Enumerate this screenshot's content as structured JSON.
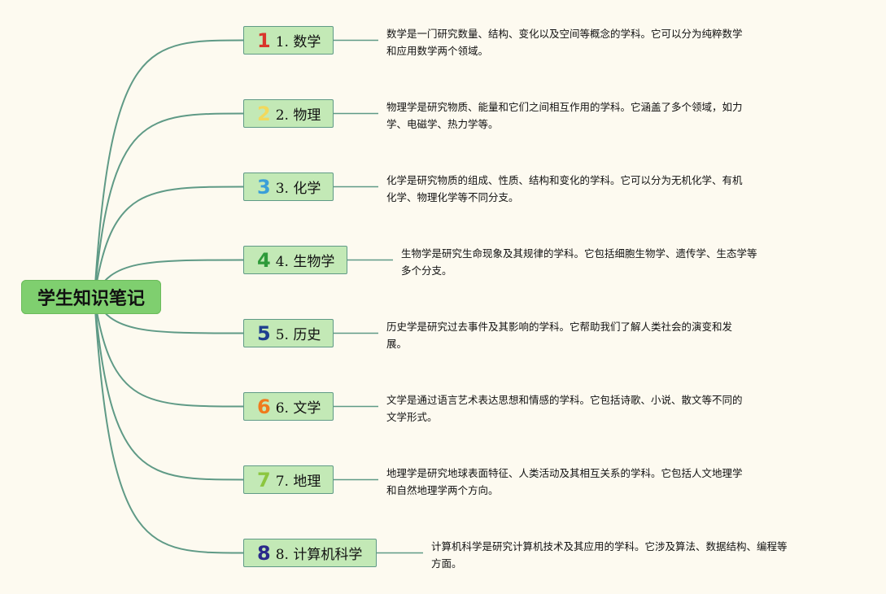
{
  "root": {
    "title": "学生知识笔记"
  },
  "colors": {
    "line": "#5f9a86",
    "root_fill": "#7fcf6f",
    "topic_fill": "#c3e9b6",
    "background": "#fdfaf0"
  },
  "topics": [
    {
      "number_icon": "1",
      "icon_color": "#d9352b",
      "label": "1. 数学",
      "desc": [
        "数学是一门研究数量、结构、变化以及空间等概念的学科。它可以分为纯粹数学",
        "和应用数学两个领域。"
      ]
    },
    {
      "number_icon": "2",
      "icon_color": "#f2d95c",
      "label": "2. 物理",
      "desc": [
        "物理学是研究物质、能量和它们之间相互作用的学科。它涵盖了多个领域，如力",
        "学、电磁学、热力学等。"
      ]
    },
    {
      "number_icon": "3",
      "icon_color": "#3a9fd8",
      "label": "3. 化学",
      "desc": [
        "化学是研究物质的组成、性质、结构和变化的学科。它可以分为无机化学、有机",
        "化学、物理化学等不同分支。"
      ]
    },
    {
      "number_icon": "4",
      "icon_color": "#2e9a3a",
      "label": "4. 生物学",
      "desc": [
        "生物学是研究生命现象及其规律的学科。它包括细胞生物学、遗传学、生态学等",
        "多个分支。"
      ]
    },
    {
      "number_icon": "5",
      "icon_color": "#1f3f8f",
      "label": "5. 历史",
      "desc": [
        "历史学是研究过去事件及其影响的学科。它帮助我们了解人类社会的演变和发",
        "展。"
      ]
    },
    {
      "number_icon": "6",
      "icon_color": "#f07a1c",
      "label": "6. 文学",
      "desc": [
        "文学是通过语言艺术表达思想和情感的学科。它包括诗歌、小说、散文等不同的",
        "文学形式。"
      ]
    },
    {
      "number_icon": "7",
      "icon_color": "#8cc63f",
      "label": "7. 地理",
      "desc": [
        "地理学是研究地球表面特征、人类活动及其相互关系的学科。它包括人文地理学",
        "和自然地理学两个方向。"
      ]
    },
    {
      "number_icon": "8",
      "icon_color": "#2a2a8a",
      "label": "8. 计算机科学",
      "desc": [
        "计算机科学是研究计算机技术及其应用的学科。它涉及算法、数据结构、编程等",
        "方面。"
      ]
    }
  ]
}
